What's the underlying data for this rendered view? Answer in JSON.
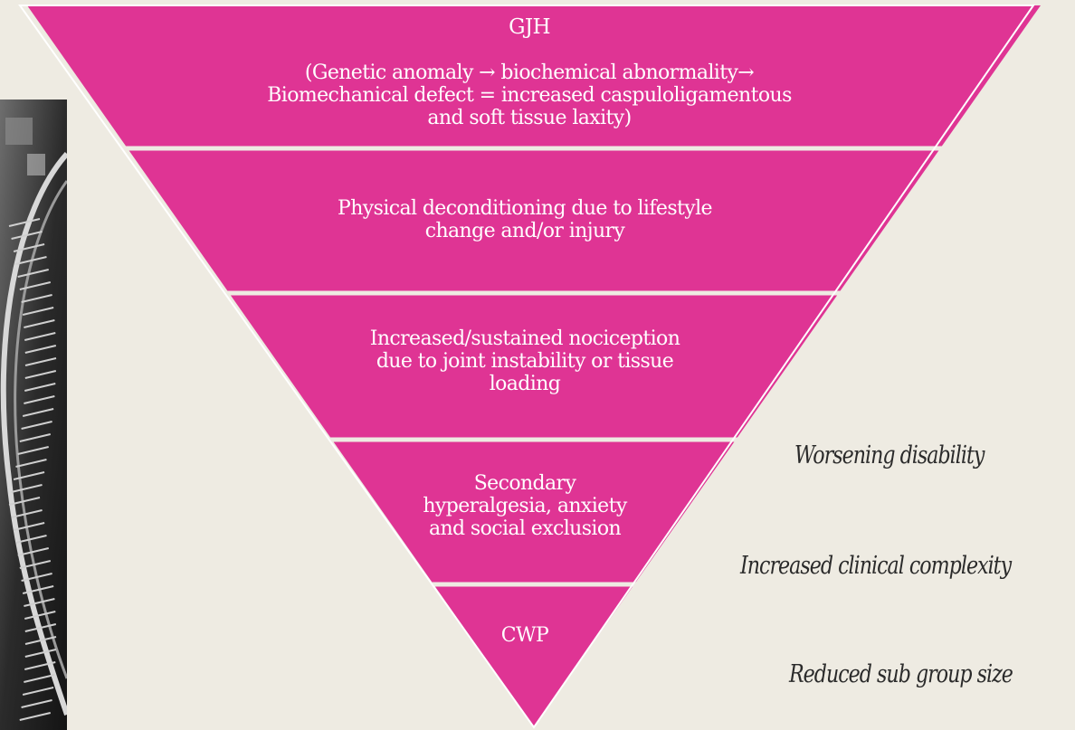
{
  "colors": {
    "background": "#eeebe2",
    "tier_fill": "#df3494",
    "tier_separator": "#ffffff",
    "text_on_tier": "#ffffff",
    "side_text": "#2a2a2a"
  },
  "pyramid": {
    "tiers": [
      {
        "title": "GJH",
        "body": "(Genetic anomaly → biochemical abnormality→\nBiomechanical defect = increased caspuloligamentous\nand soft tissue laxity)"
      },
      {
        "body": "Physical deconditioning due to lifestyle\nchange and/or injury"
      },
      {
        "body": "Increased/sustained nociception\ndue to joint instability or tissue\nloading"
      },
      {
        "body": "Secondary\nhyperalgesia, anxiety\nand social exclusion"
      },
      {
        "body": "CWP"
      }
    ]
  },
  "side_labels": [
    "Worsening disability",
    "Increased clinical complexity",
    "Reduced sub group size"
  ],
  "decorations": {
    "left_image": "spiral-staircase-photo"
  }
}
